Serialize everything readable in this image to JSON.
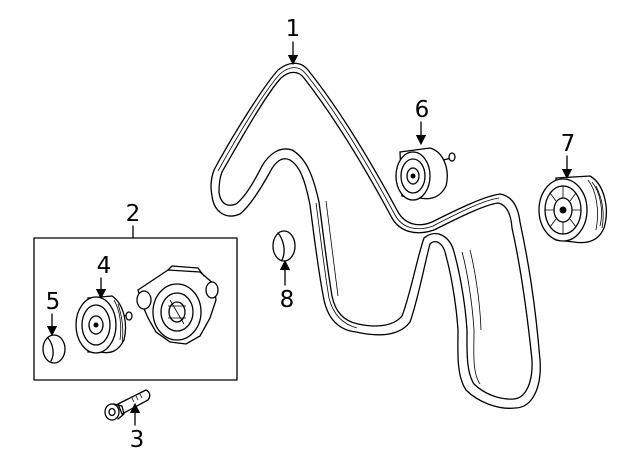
{
  "callouts": [
    {
      "id": "belt",
      "label": "1"
    },
    {
      "id": "tensioner-assembly",
      "label": "2"
    },
    {
      "id": "bolt",
      "label": "3"
    },
    {
      "id": "tensioner-pulley",
      "label": "4"
    },
    {
      "id": "pulley-cap",
      "label": "5"
    },
    {
      "id": "idler-pulley-upper",
      "label": "6"
    },
    {
      "id": "idler-pulley-right",
      "label": "7"
    },
    {
      "id": "cap",
      "label": "8"
    }
  ]
}
